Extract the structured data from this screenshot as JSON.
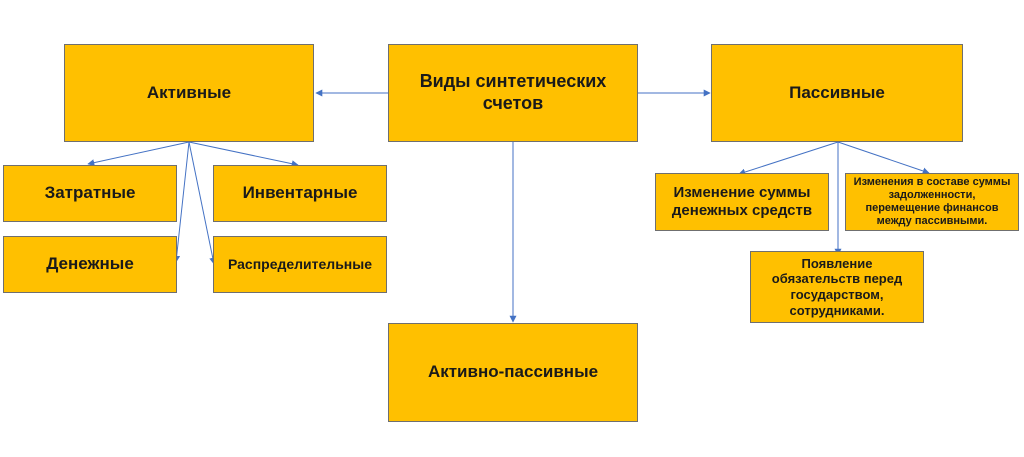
{
  "diagram": {
    "root": "Виды синтетических счетов",
    "active": "Активные",
    "passive": "Пассивные",
    "active_passive": "Активно-пассивные",
    "active_children": {
      "cost": "Затратные",
      "inventory": "Инвентарные",
      "monetary": "Денежные",
      "distributive": "Распределительные"
    },
    "passive_children": {
      "cash_change": "Изменение суммы денежных средств",
      "debt_change": "Изменения в составе суммы задолженности, перемещение финансов между пассивными.",
      "obligations": "Появление обязательств перед государством, сотрудниками."
    }
  },
  "colors": {
    "box_fill": "#ffc000",
    "box_border": "#6f6f6f",
    "arrow": "#4472c4"
  }
}
